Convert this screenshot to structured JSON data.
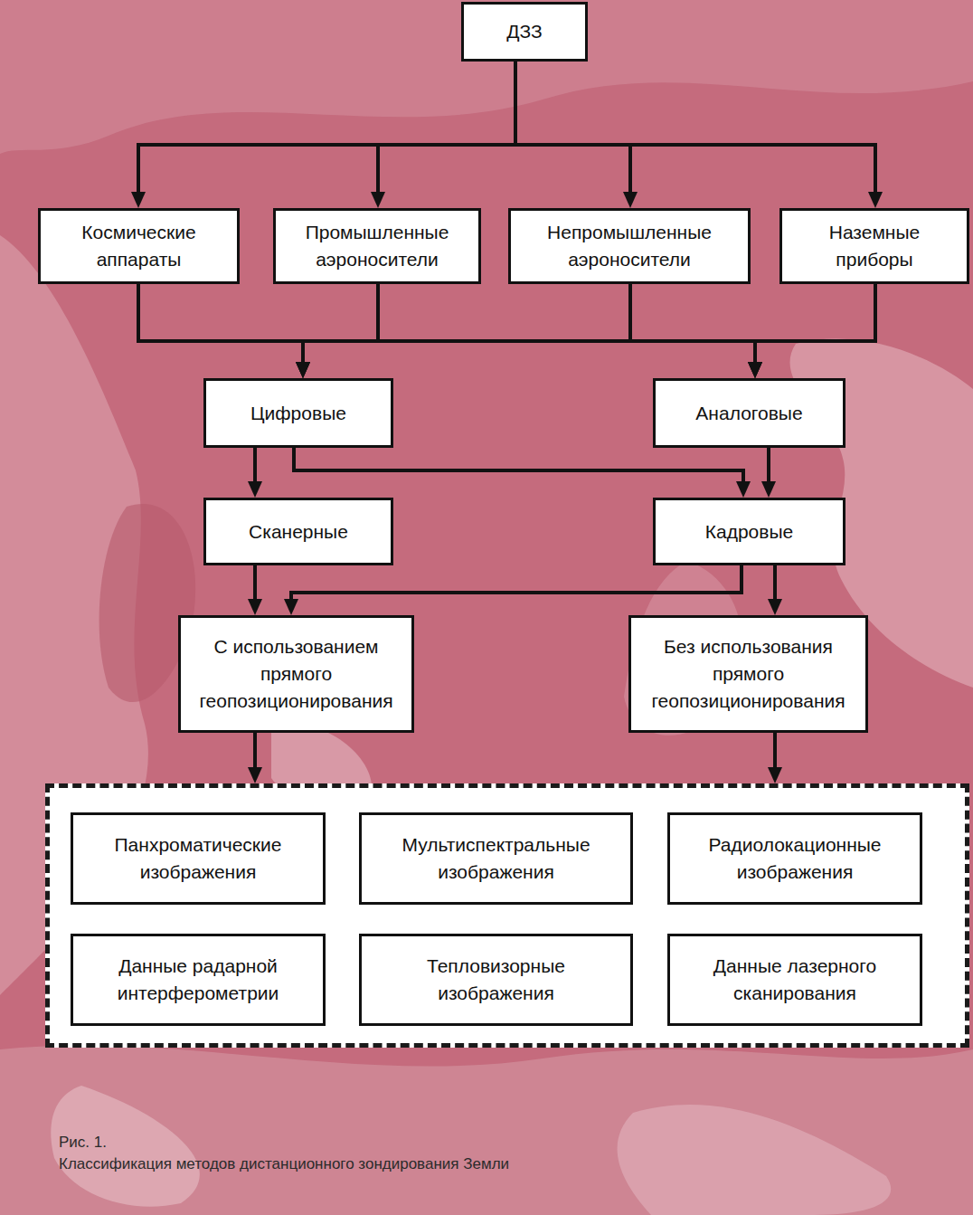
{
  "diagram": {
    "caption": "Классификация методов дистанционного зондирования Земли",
    "nodes": [
      {
        "text": [
          "ДЗЗ"
        ]
      },
      {
        "text": [
          "Космические аппараты"
        ]
      },
      {
        "text": [
          "Промышленные аэроносители"
        ]
      },
      {
        "text": [
          "Непромышленные аэроносители"
        ]
      },
      {
        "text": [
          "Наземные приборы"
        ]
      },
      {
        "text": [
          "Цифровые"
        ]
      },
      {
        "text": [
          "Аналоговые"
        ]
      },
      {
        "text": [
          "Сканерные"
        ]
      },
      {
        "text": [
          "Кадровые"
        ]
      },
      {
        "text": [
          "С использованием прямого геопозиционирования"
        ]
      },
      {
        "text": [
          "Без использования прямого геопозиционирования"
        ]
      },
      {
        "text": []
      },
      {
        "text": [
          "Панхроматические изображения"
        ],
        "in": 11
      },
      {
        "text": [
          "Мультиспектральные изображения"
        ],
        "in": 11
      },
      {
        "text": [
          "Радиолокационные изображения"
        ],
        "in": 11
      },
      {
        "text": [
          "Данные радарной интерферометрии"
        ],
        "in": 11
      },
      {
        "text": [
          "Тепловизорные изображения"
        ],
        "in": 11
      },
      {
        "text": [
          "Данные лазерного сканирования"
        ],
        "in": 11
      }
    ],
    "edges": [
      {
        "from": 0,
        "to": 1,
        "arrow": "to"
      },
      {
        "from": 0,
        "to": 2,
        "arrow": "to"
      },
      {
        "from": 0,
        "to": 3,
        "arrow": "to"
      },
      {
        "from": 0,
        "to": 4,
        "arrow": "to"
      },
      {
        "from": 1,
        "to": 5,
        "arrow": "to"
      },
      {
        "from": 1,
        "to": 6,
        "arrow": "to"
      },
      {
        "from": 2,
        "to": 5,
        "arrow": "to"
      },
      {
        "from": 2,
        "to": 6,
        "arrow": "to"
      },
      {
        "from": 3,
        "to": 5,
        "arrow": "to"
      },
      {
        "from": 3,
        "to": 6,
        "arrow": "to"
      },
      {
        "from": 4,
        "to": 5,
        "arrow": "to"
      },
      {
        "from": 4,
        "to": 6,
        "arrow": "to"
      },
      {
        "from": 5,
        "to": 7,
        "arrow": "to"
      },
      {
        "from": 5,
        "to": 8,
        "arrow": "to"
      },
      {
        "from": 6,
        "to": 8,
        "arrow": "to"
      },
      {
        "from": 7,
        "to": 9,
        "arrow": "to"
      },
      {
        "from": 8,
        "to": 9,
        "arrow": "to"
      },
      {
        "from": 8,
        "to": 10,
        "arrow": "to"
      },
      {
        "from": 9,
        "to": 11,
        "arrow": "to"
      },
      {
        "from": 10,
        "to": 11,
        "arrow": "to"
      }
    ],
    "labels": [
      "Рис. 1."
    ]
  }
}
